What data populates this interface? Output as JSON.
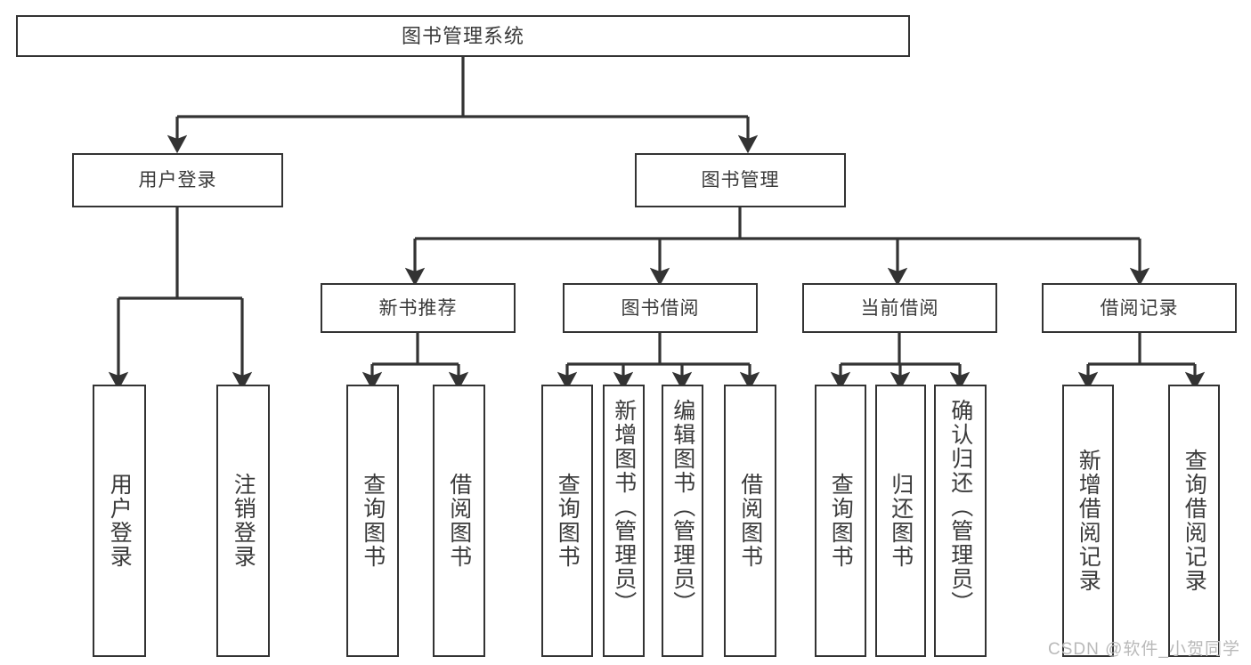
{
  "diagram": {
    "title": "图书管理系统",
    "type": "tree",
    "watermark": "CSDN @软件_小贺同学",
    "colors": {
      "stroke": "#333333",
      "text": "#3a3a3a",
      "background": "#ffffff",
      "watermark": "#b9b9b9"
    },
    "levels": {
      "root": {
        "label": "图书管理系统"
      },
      "level2": [
        {
          "label": "用户登录"
        },
        {
          "label": "图书管理"
        }
      ],
      "level3": [
        {
          "label": "新书推荐"
        },
        {
          "label": "图书借阅"
        },
        {
          "label": "当前借阅"
        },
        {
          "label": "借阅记录"
        }
      ],
      "leaves": [
        {
          "label": "用户登录",
          "parent": "用户登录"
        },
        {
          "label": "注销登录",
          "parent": "用户登录"
        },
        {
          "label": "查询图书",
          "parent": "新书推荐"
        },
        {
          "label": "借阅图书",
          "parent": "新书推荐"
        },
        {
          "label": "查询图书",
          "parent": "图书借阅"
        },
        {
          "label": "新增图书（管理员）",
          "parent": "图书借阅"
        },
        {
          "label": "编辑图书（管理员）",
          "parent": "图书借阅"
        },
        {
          "label": "借阅图书",
          "parent": "图书借阅"
        },
        {
          "label": "查询图书",
          "parent": "当前借阅"
        },
        {
          "label": "归还图书",
          "parent": "当前借阅"
        },
        {
          "label": "确认归还（管理员）",
          "parent": "当前借阅"
        },
        {
          "label": "新增借阅记录",
          "parent": "借阅记录"
        },
        {
          "label": "查询借阅记录",
          "parent": "借阅记录"
        }
      ]
    }
  }
}
